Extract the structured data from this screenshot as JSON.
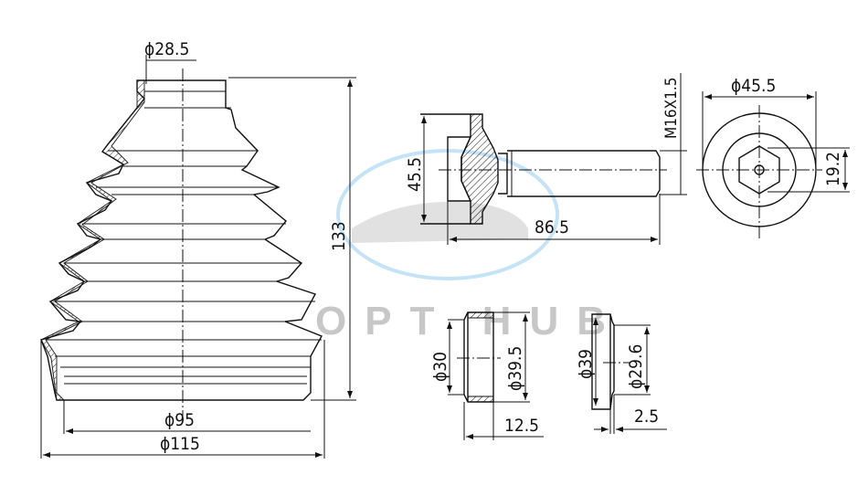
{
  "watermark": {
    "text": "OPT HUB",
    "accent": "#5aaee6"
  },
  "boot": {
    "small_diameter": "ϕ28.5",
    "height": "133",
    "inner_diameter": "ϕ95",
    "outer_diameter": "ϕ115"
  },
  "bolt": {
    "head_height": "45.5",
    "length": "86.5",
    "thread": "M16X1.5",
    "head_diameter": "ϕ45.5",
    "hex_size": "19.2"
  },
  "bushing_1": {
    "inner_diameter": "ϕ30",
    "outer_diameter": "ϕ39.5",
    "width": "12.5"
  },
  "bushing_2": {
    "outer_diameter": "ϕ39",
    "inner_diameter": "ϕ29.6",
    "width": "2.5"
  }
}
